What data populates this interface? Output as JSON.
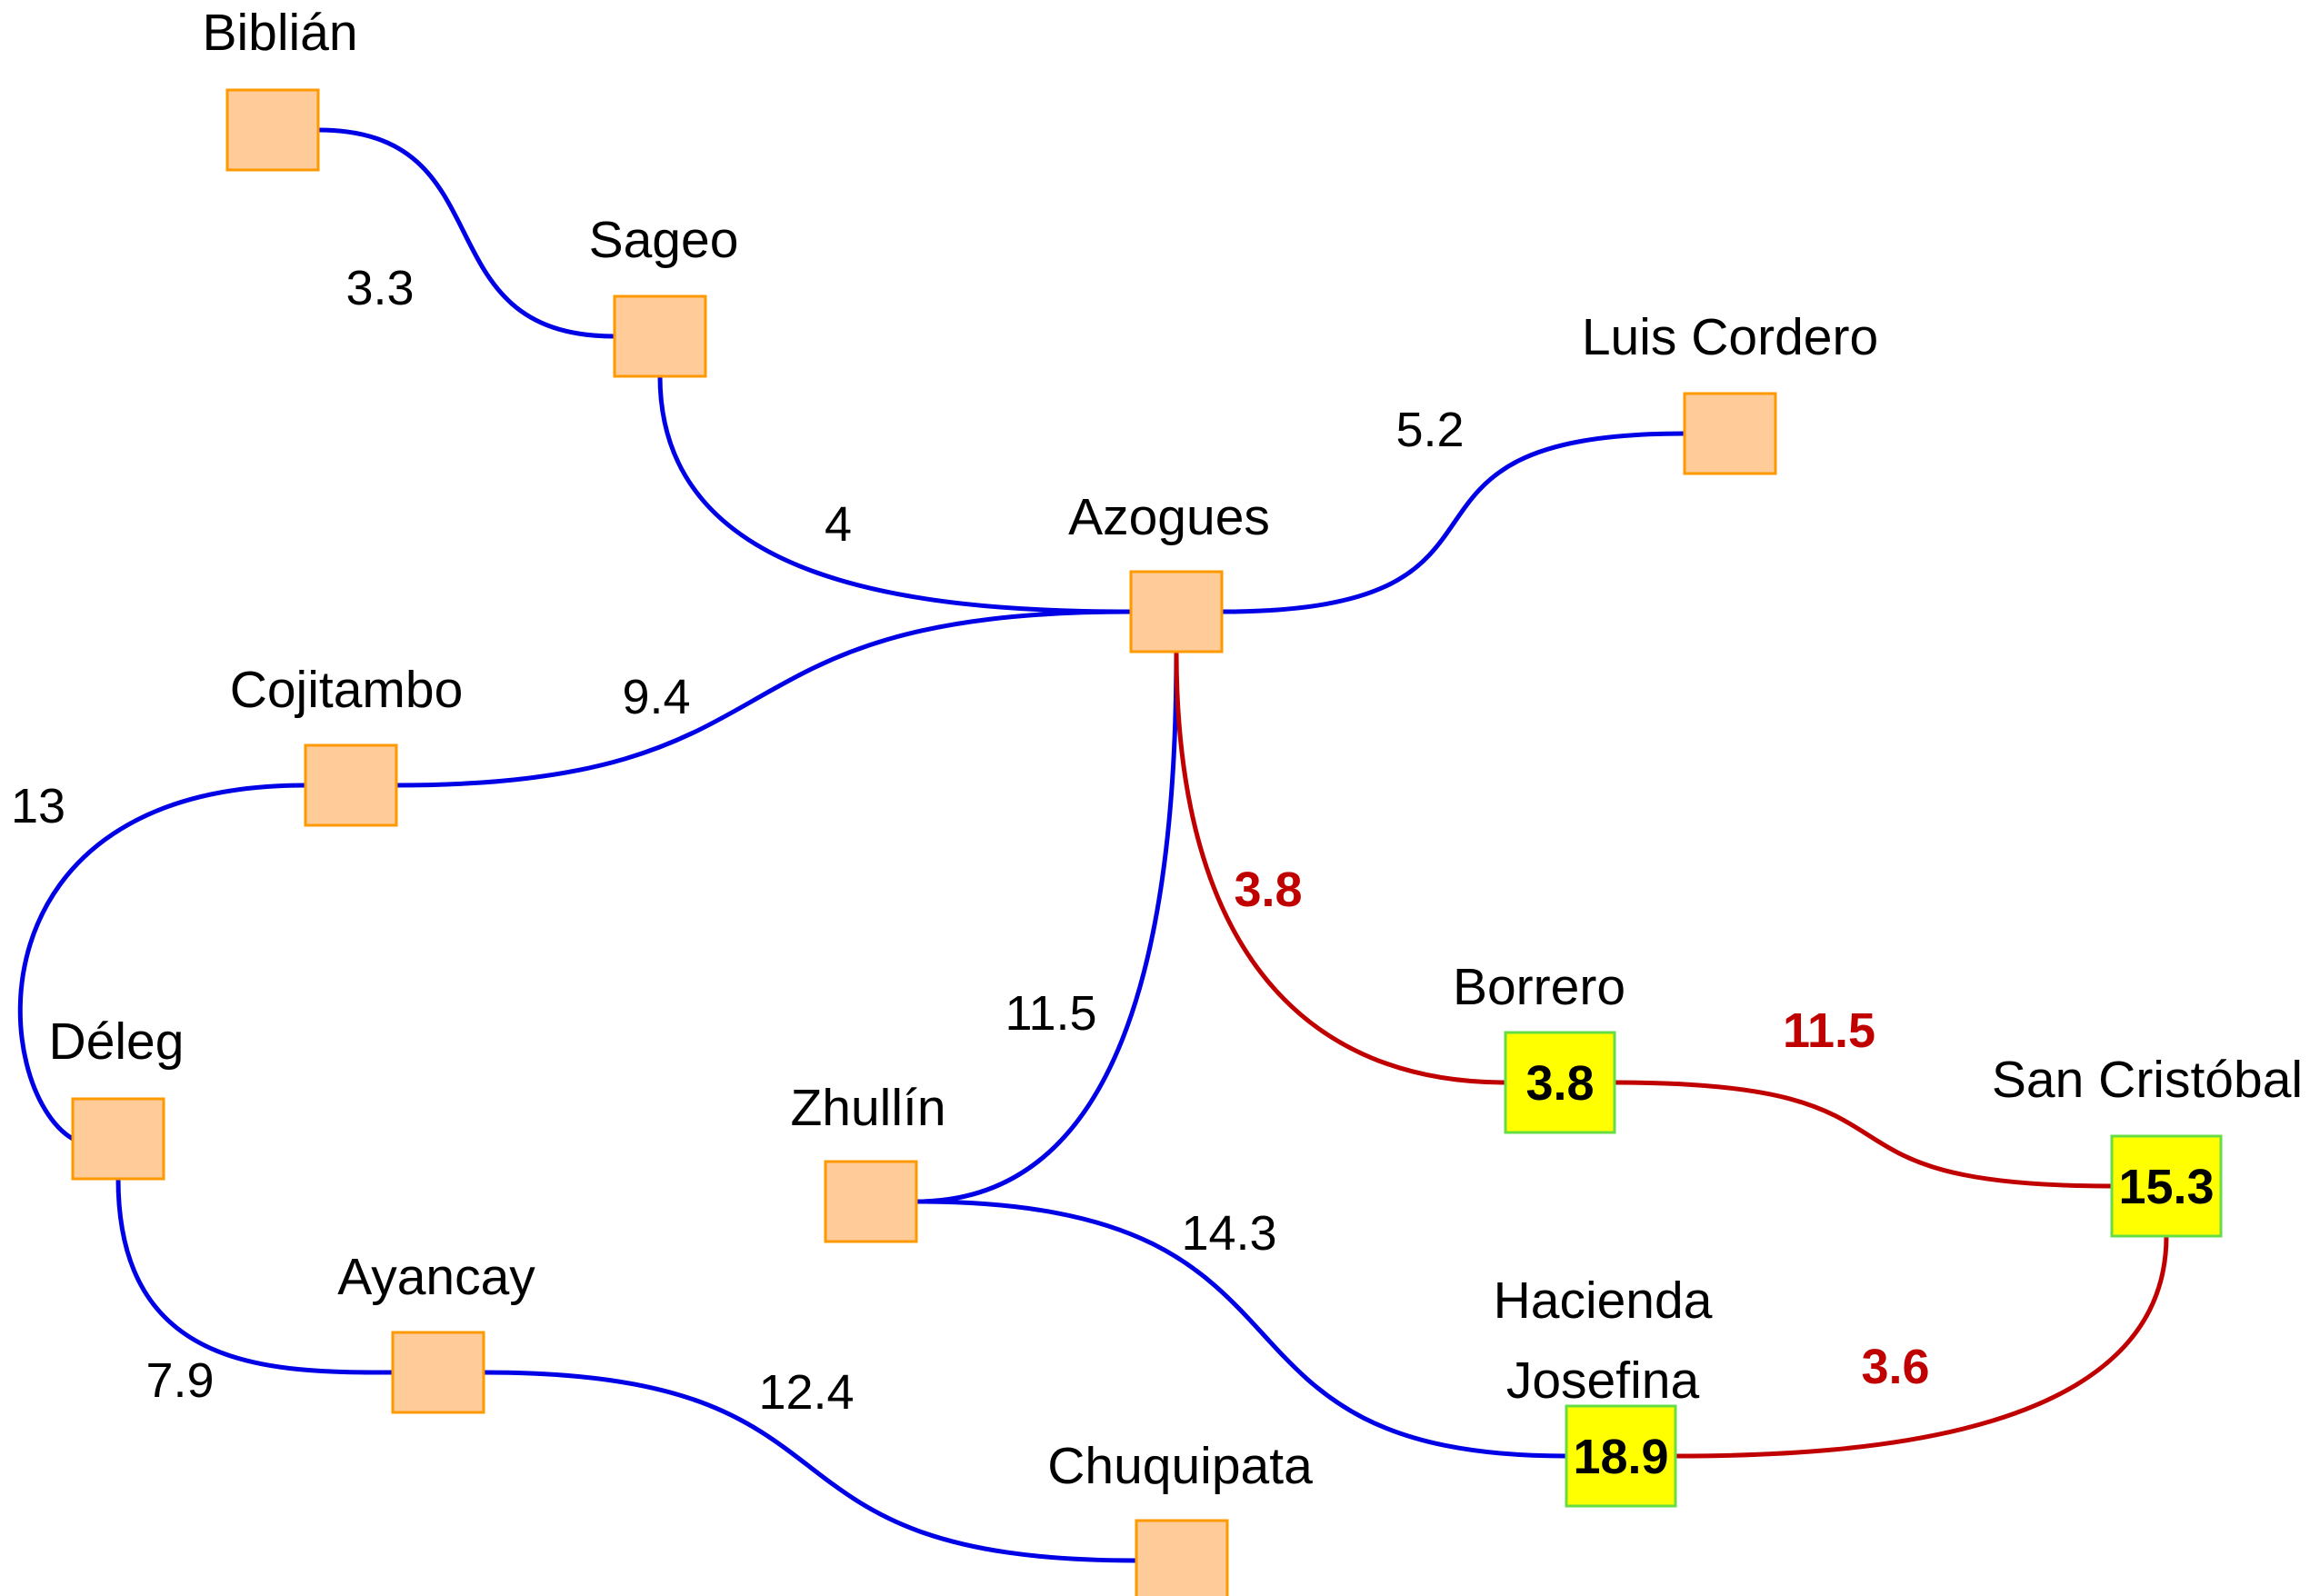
{
  "colors": {
    "edge_default": "#0000e6",
    "edge_highlight": "#c00000",
    "node_fill": "#ffcc99",
    "node_stroke": "#ff9900",
    "node_visited_fill": "#ffff00",
    "node_visited_stroke": "#66dd44",
    "label_default": "#000000",
    "label_highlight": "#c00000"
  },
  "nodes": [
    {
      "id": "biblian",
      "label": [
        "Biblián"
      ],
      "value": ""
    },
    {
      "id": "sageo",
      "label": [
        "Sageo"
      ],
      "value": ""
    },
    {
      "id": "luis-cordero",
      "label": [
        "Luis Cordero"
      ],
      "value": ""
    },
    {
      "id": "azogues",
      "label": [
        "Azogues"
      ],
      "value": ""
    },
    {
      "id": "cojitambo",
      "label": [
        "Cojitambo"
      ],
      "value": ""
    },
    {
      "id": "deleg",
      "label": [
        "Déleg"
      ],
      "value": ""
    },
    {
      "id": "borrero",
      "label": [
        "Borrero"
      ],
      "value": "3.8"
    },
    {
      "id": "san-cristobal",
      "label": [
        "San Cristóbal"
      ],
      "value": "15.3"
    },
    {
      "id": "zhullin",
      "label": [
        "Zhullín"
      ],
      "value": ""
    },
    {
      "id": "ayancay",
      "label": [
        "Ayancay"
      ],
      "value": ""
    },
    {
      "id": "hacienda-josefina",
      "label": [
        "Hacienda",
        "Josefina"
      ],
      "value": "18.9"
    },
    {
      "id": "chuquipata",
      "label": [
        "Chuquipata"
      ],
      "value": ""
    }
  ],
  "edges": [
    {
      "from": "biblian",
      "to": "sageo",
      "weight": "3.3",
      "highlight": false
    },
    {
      "from": "sageo",
      "to": "azogues",
      "weight": "4",
      "highlight": false
    },
    {
      "from": "azogues",
      "to": "luis-cordero",
      "weight": "5.2",
      "highlight": false
    },
    {
      "from": "azogues",
      "to": "cojitambo",
      "weight": "9.4",
      "highlight": false
    },
    {
      "from": "cojitambo",
      "to": "deleg",
      "weight": "13",
      "highlight": false
    },
    {
      "from": "azogues",
      "to": "zhullin",
      "weight": "11.5",
      "highlight": false
    },
    {
      "from": "azogues",
      "to": "borrero",
      "weight": "3.8",
      "highlight": true
    },
    {
      "from": "borrero",
      "to": "san-cristobal",
      "weight": "11.5",
      "highlight": true
    },
    {
      "from": "san-cristobal",
      "to": "hacienda-josefina",
      "weight": "3.6",
      "highlight": true
    },
    {
      "from": "zhullin",
      "to": "hacienda-josefina",
      "weight": "14.3",
      "highlight": false
    },
    {
      "from": "deleg",
      "to": "ayancay",
      "weight": "7.9",
      "highlight": false
    },
    {
      "from": "ayancay",
      "to": "chuquipata",
      "weight": "12.4",
      "highlight": false
    }
  ]
}
